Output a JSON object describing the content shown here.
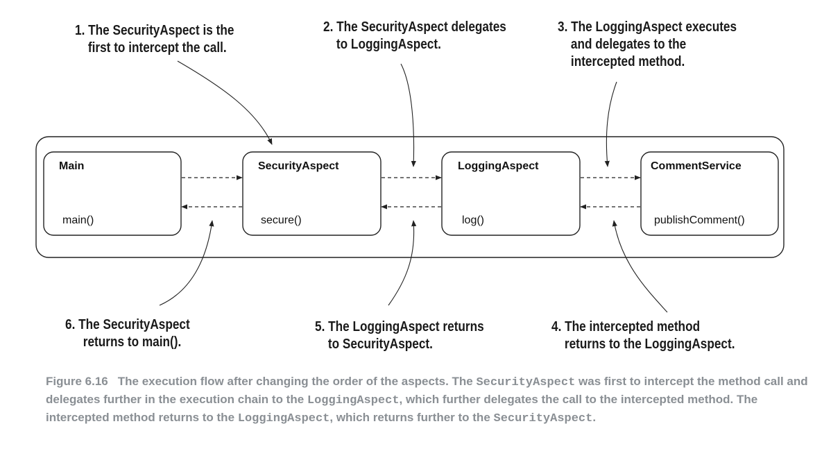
{
  "components": [
    {
      "title": "Main",
      "method": "main()"
    },
    {
      "title": "SecurityAspect",
      "method": "secure()"
    },
    {
      "title": "LoggingAspect",
      "method": "log()"
    },
    {
      "title": "CommentService",
      "method": "publishComment()"
    }
  ],
  "callouts": {
    "step1": [
      "1. The SecurityAspect is the",
      "first to intercept the call."
    ],
    "step2": [
      "2. The SecurityAspect delegates",
      "to LoggingAspect."
    ],
    "step3": [
      "3. The LoggingAspect executes",
      "and delegates to the",
      "intercepted method."
    ],
    "step4": [
      "4. The intercepted method",
      "returns to the LoggingAspect."
    ],
    "step5": [
      "5. The LoggingAspect returns",
      "to SecurityAspect."
    ],
    "step6": [
      "6. The SecurityAspect",
      "returns to main()."
    ]
  },
  "caption": {
    "label": "Figure 6.16",
    "segments": [
      {
        "text": "The execution flow after changing the order of the aspects. The ",
        "mono": false
      },
      {
        "text": "SecurityAspect",
        "mono": true
      },
      {
        "text": " was first to intercept the method call and delegates further in the execution chain to the ",
        "mono": false
      },
      {
        "text": "LoggingAspect",
        "mono": true
      },
      {
        "text": ", which further delegates the call to the intercepted method. The intercepted method returns to the ",
        "mono": false
      },
      {
        "text": "LoggingAspect",
        "mono": true
      },
      {
        "text": ", which returns further to the ",
        "mono": false
      },
      {
        "text": "SecurityAspect",
        "mono": true
      },
      {
        "text": ".",
        "mono": false
      }
    ]
  }
}
